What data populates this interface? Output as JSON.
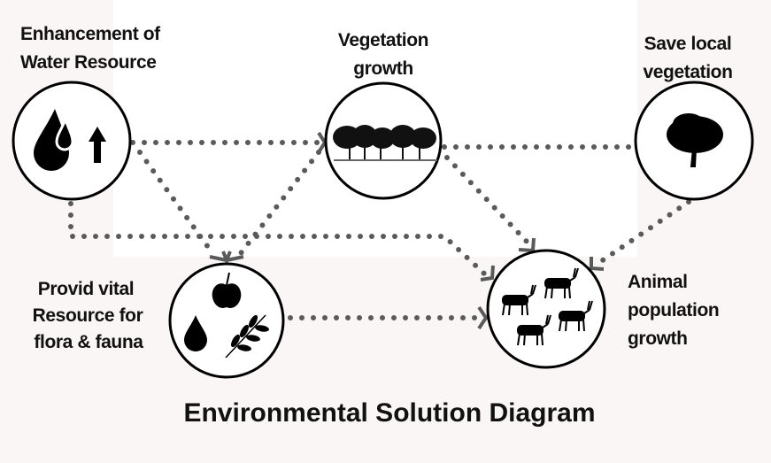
{
  "title": "Environmental Solution Diagram",
  "nodes": {
    "water": {
      "line1": "Enhancement of",
      "line2": "Water  Resource",
      "icon": "water-drops-up-arrow-icon"
    },
    "vegetation": {
      "line1": "Vegetation",
      "line2": "growth",
      "icon": "tree-row-icon"
    },
    "save": {
      "line1": "Save local",
      "line2": "vegetation",
      "icon": "tree-icon"
    },
    "provide": {
      "line1": "Provid vital",
      "line2": "Resource for",
      "line3": "flora & fauna",
      "icon": "apple-drop-leaf-icon"
    },
    "animal": {
      "line1": "Animal",
      "line2": "population",
      "line3": "growth",
      "icon": "antelope-herd-icon"
    }
  },
  "colors": {
    "connector": "#5a5a5a",
    "outline": "#000000",
    "background": "#fbf6f6"
  }
}
